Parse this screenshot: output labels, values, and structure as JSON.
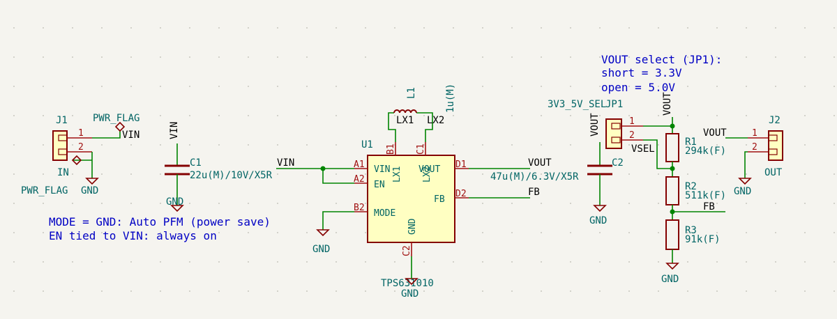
{
  "j1": {
    "ref": "J1",
    "value": "IN",
    "pin1": "1",
    "pin2": "2"
  },
  "pwr_flag_top": {
    "name": "PWR_FLAG",
    "net": "VIN"
  },
  "pwr_flag_bottom": {
    "name": "PWR_FLAG",
    "gnd": "GND"
  },
  "c1": {
    "ref": "C1",
    "value": "22u(M)/10V/X5R",
    "top_net": "VIN",
    "gnd": "GND"
  },
  "u1": {
    "ref": "U1",
    "value": "TPS631010",
    "net_vin": "VIN",
    "gnd": "GND",
    "pins": {
      "a1": "A1",
      "a2": "A2",
      "b2": "B2",
      "b1": "B1",
      "c1": "C1",
      "c2": "C2",
      "d1": "D1",
      "d2": "D2"
    },
    "pin_names": {
      "vin": "VIN",
      "en": "EN",
      "mode": "MODE",
      "lx1": "LX1",
      "lx2": "LX2",
      "vout": "VOUT",
      "fb": "FB",
      "gnd": "GND"
    }
  },
  "l1": {
    "ref": "L1",
    "value": "1u(M)",
    "lx1": "LX1",
    "lx2": "LX2"
  },
  "mode_gnd": "GND",
  "c2": {
    "ref": "C2",
    "value": "47u(M)/6.3V/X5R",
    "gnd": "GND",
    "net_vout": "VOUT",
    "net_vout_left": "VOUT",
    "net_fb": "FB"
  },
  "jp1": {
    "ref": "JP1",
    "value": "3V3_5V_SEL",
    "pin1": "1",
    "pin2": "2",
    "vsel": "VSEL"
  },
  "r1": {
    "ref": "R1",
    "value": "294k(F)"
  },
  "r2": {
    "ref": "R2",
    "value": "511k(F)"
  },
  "r3": {
    "ref": "R3",
    "value": "91k(F)",
    "gnd": "GND"
  },
  "fb_net": "FB",
  "vout_vertical": "VOUT",
  "j2": {
    "ref": "J2",
    "value": "OUT",
    "pin1": "1",
    "pin2": "2",
    "gnd": "GND",
    "net": "VOUT"
  },
  "notes": {
    "mode_line1": "MODE = GND: Auto PFM (power save)",
    "mode_line2": "EN tied to VIN: always on",
    "vout_line1": "VOUT select (JP1):",
    "vout_line2": "short = 3.3V",
    "vout_line3": "open  = 5.0V"
  }
}
